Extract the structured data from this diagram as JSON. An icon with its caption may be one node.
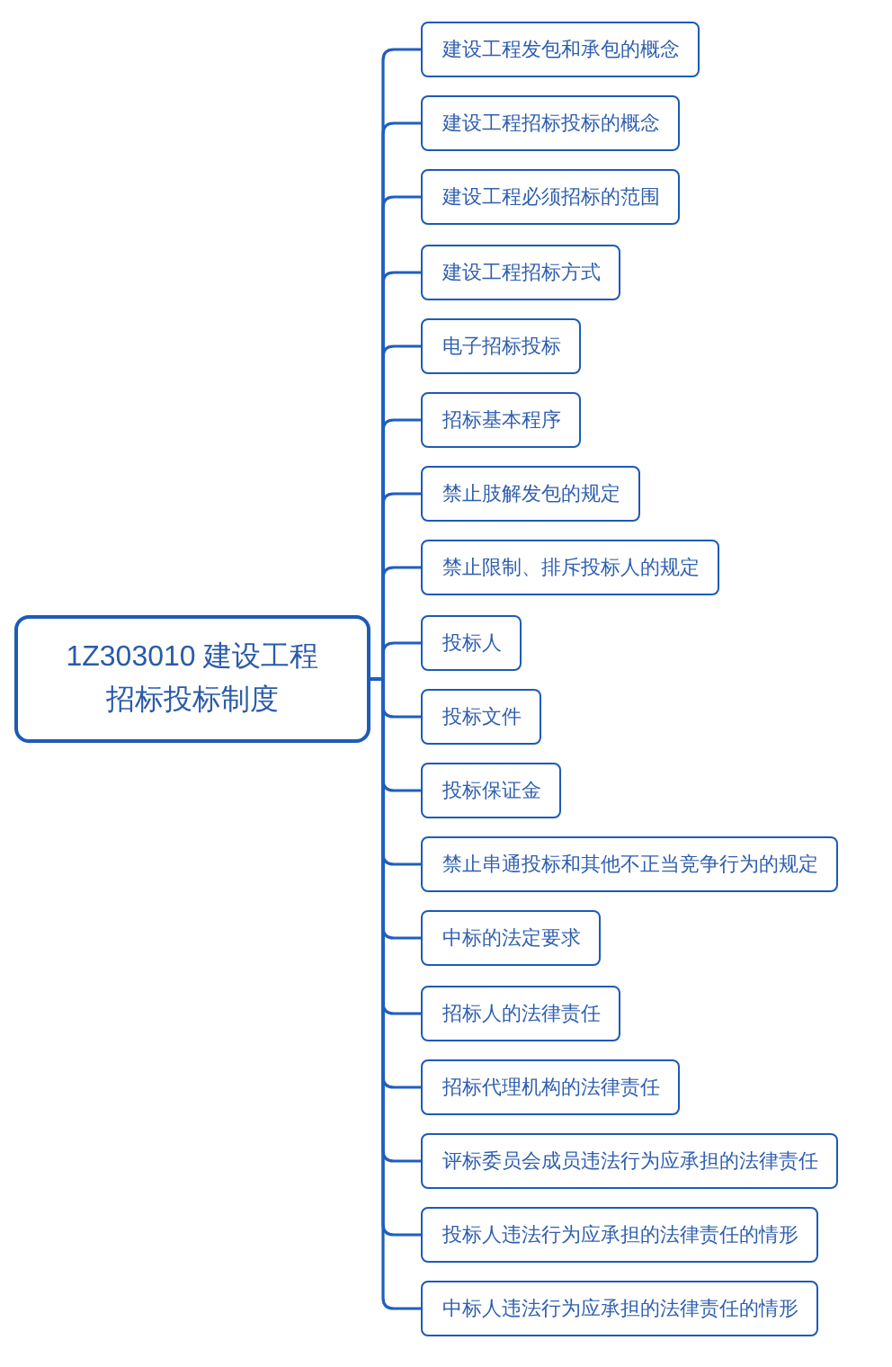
{
  "diagram": {
    "nodes": [
      {
        "text": [
          "1Z303010 建设工程招标投标制度"
        ]
      },
      {
        "text": [
          "建设工程发包和承包的概念"
        ]
      },
      {
        "text": [
          "建设工程招标投标的概念"
        ]
      },
      {
        "text": [
          "建设工程必须招标的范围"
        ]
      },
      {
        "text": [
          "建设工程招标方式"
        ]
      },
      {
        "text": [
          "电子招标投标"
        ]
      },
      {
        "text": [
          "招标基本程序"
        ]
      },
      {
        "text": [
          "禁止肢解发包的规定"
        ]
      },
      {
        "text": [
          "禁止限制、排斥投标人的规定"
        ]
      },
      {
        "text": [
          "投标人"
        ]
      },
      {
        "text": [
          "投标文件"
        ]
      },
      {
        "text": [
          "投标保证金"
        ]
      },
      {
        "text": [
          "禁止串通投标和其他不正当竞争行为的规定"
        ]
      },
      {
        "text": [
          "中标的法定要求"
        ]
      },
      {
        "text": [
          "招标人的法律责任"
        ]
      },
      {
        "text": [
          "招标代理机构的法律责任"
        ]
      },
      {
        "text": [
          "评标委员会成员违法行为应承担的法律责任"
        ]
      },
      {
        "text": [
          "投标人违法行为应承担的法律责任的情形"
        ]
      },
      {
        "text": [
          "中标人违法行为应承担的法律责任的情形"
        ]
      }
    ],
    "edges": [
      {
        "from": 0,
        "to": 1,
        "arrow": "none"
      },
      {
        "from": 0,
        "to": 2,
        "arrow": "none"
      },
      {
        "from": 0,
        "to": 3,
        "arrow": "none"
      },
      {
        "from": 0,
        "to": 4,
        "arrow": "none"
      },
      {
        "from": 0,
        "to": 5,
        "arrow": "none"
      },
      {
        "from": 0,
        "to": 6,
        "arrow": "none"
      },
      {
        "from": 0,
        "to": 7,
        "arrow": "none"
      },
      {
        "from": 0,
        "to": 8,
        "arrow": "none"
      },
      {
        "from": 0,
        "to": 9,
        "arrow": "none"
      },
      {
        "from": 0,
        "to": 10,
        "arrow": "none"
      },
      {
        "from": 0,
        "to": 11,
        "arrow": "none"
      },
      {
        "from": 0,
        "to": 12,
        "arrow": "none"
      },
      {
        "from": 0,
        "to": 13,
        "arrow": "none"
      },
      {
        "from": 0,
        "to": 14,
        "arrow": "none"
      },
      {
        "from": 0,
        "to": 15,
        "arrow": "none"
      },
      {
        "from": 0,
        "to": 16,
        "arrow": "none"
      },
      {
        "from": 0,
        "to": 17,
        "arrow": "none"
      },
      {
        "from": 0,
        "to": 18,
        "arrow": "none"
      }
    ]
  }
}
